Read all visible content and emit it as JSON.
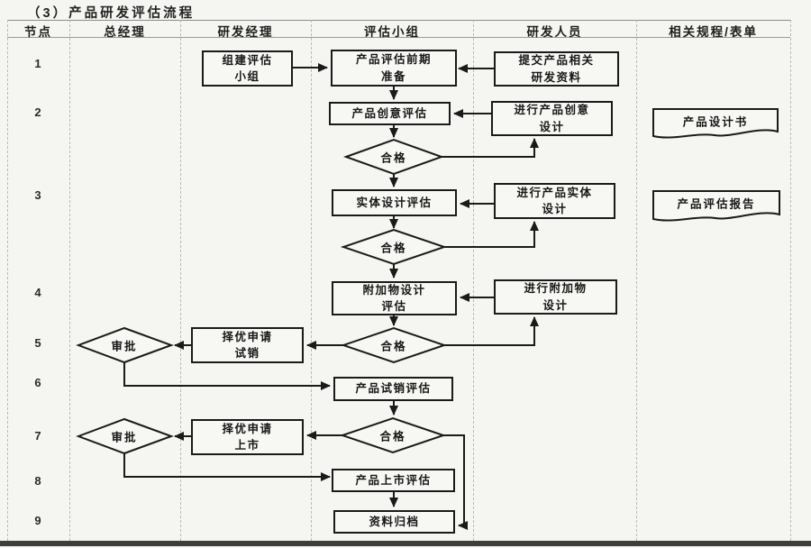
{
  "title": "（3）产品研发评估流程",
  "columns": {
    "node": "节点",
    "general_manager": "总经理",
    "rd_manager": "研发经理",
    "eval_team": "评估小组",
    "rd_staff": "研发人员",
    "related_docs": "相关规程/表单"
  },
  "node_numbers": [
    "1",
    "2",
    "3",
    "4",
    "5",
    "6",
    "7",
    "8",
    "9"
  ],
  "nodes": {
    "build_team": "组建评估\n小组",
    "pre_eval": "产品评估前期\n准备",
    "submit_materials": "提交产品相关\n研发资料",
    "idea_eval": "产品创意评估",
    "idea_design": "进行产品创意\n设计",
    "entity_eval": "实体设计评估",
    "entity_design": "进行产品实体\n设计",
    "addon_eval": "附加物设计\n评估",
    "addon_design": "进行附加物\n设计",
    "apply_trial": "择优申请\n试销",
    "trial_eval": "产品试销评估",
    "apply_launch": "择优申请\n上市",
    "launch_eval": "产品上市评估",
    "archive": "资料归档"
  },
  "decisions": {
    "qualified": "合格",
    "approve": "审批"
  },
  "documents": {
    "design_book": "产品设计书",
    "eval_report": "产品评估报告"
  },
  "colors": {
    "line": "#1a1a1a",
    "background": "#f5f5f2",
    "grid": "#b9b9b7"
  }
}
